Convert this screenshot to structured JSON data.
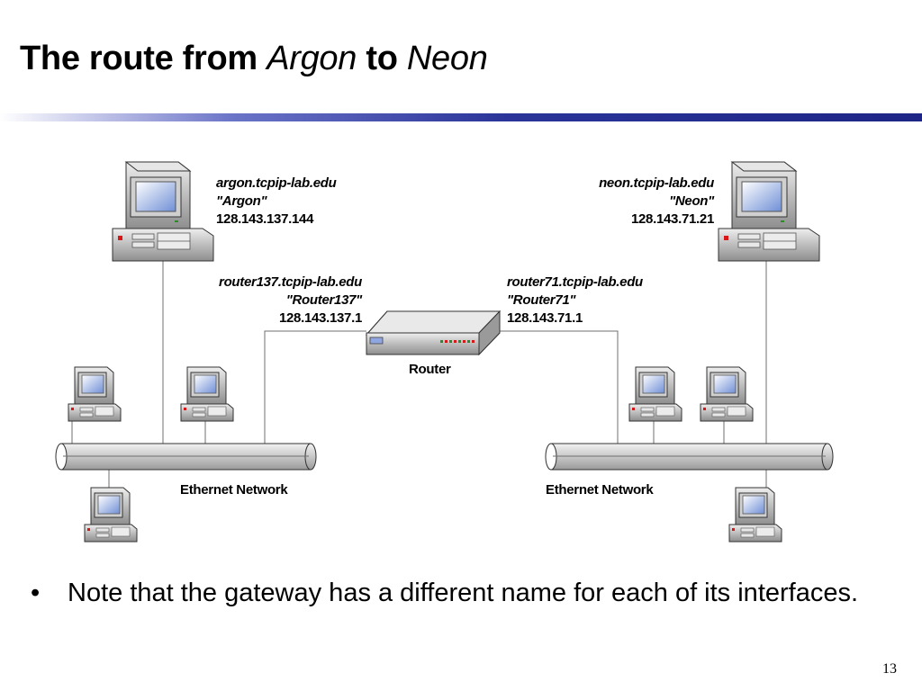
{
  "title": {
    "prefix": "The route from ",
    "from": "Argon",
    "mid": " to ",
    "to": "Neon"
  },
  "hosts": {
    "argon": {
      "fqdn": "argon.tcpip-lab.edu",
      "alias": "\"Argon\"",
      "ip": "128.143.137.144"
    },
    "neon": {
      "fqdn": "neon.tcpip-lab.edu",
      "alias": "\"Neon\"",
      "ip": "128.143.71.21"
    }
  },
  "router": {
    "caption": "Router",
    "if137": {
      "fqdn": "router137.tcpip-lab.edu",
      "alias": "\"Router137\"",
      "ip": "128.143.137.1"
    },
    "if71": {
      "fqdn": "router71.tcpip-lab.edu",
      "alias": "\"Router71\"",
      "ip": "128.143.71.1"
    }
  },
  "networks": {
    "left_label": "Ethernet Network",
    "right_label": "Ethernet Network"
  },
  "bullet": "Note that the gateway has a different name for each of its interfaces.",
  "page_number": "13"
}
